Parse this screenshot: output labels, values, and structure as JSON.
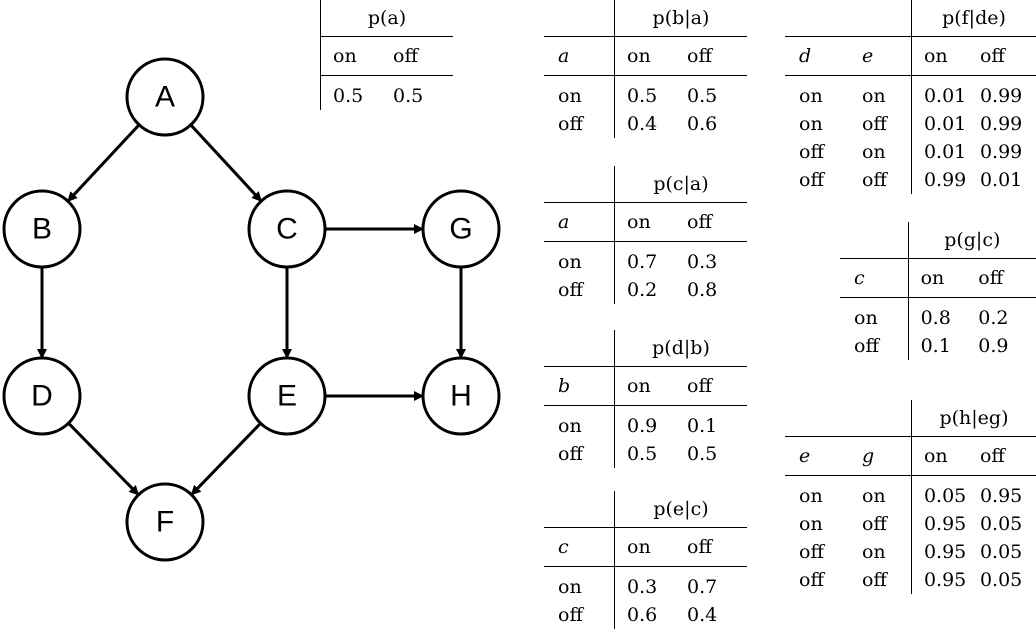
{
  "graph": {
    "nodes": [
      {
        "id": "A",
        "label": "A"
      },
      {
        "id": "B",
        "label": "B"
      },
      {
        "id": "C",
        "label": "C"
      },
      {
        "id": "G",
        "label": "G"
      },
      {
        "id": "D",
        "label": "D"
      },
      {
        "id": "E",
        "label": "E"
      },
      {
        "id": "H",
        "label": "H"
      },
      {
        "id": "F",
        "label": "F"
      }
    ],
    "edges": [
      {
        "from": "A",
        "to": "B"
      },
      {
        "from": "A",
        "to": "C"
      },
      {
        "from": "B",
        "to": "D"
      },
      {
        "from": "C",
        "to": "E"
      },
      {
        "from": "C",
        "to": "G"
      },
      {
        "from": "G",
        "to": "H"
      },
      {
        "from": "E",
        "to": "H"
      },
      {
        "from": "D",
        "to": "F"
      },
      {
        "from": "E",
        "to": "F"
      }
    ]
  },
  "tables": {
    "pa": {
      "title": "p(a)",
      "parents": [],
      "states": [
        "on",
        "off"
      ],
      "rows": [
        {
          "cond": [],
          "vals": [
            "0.5",
            "0.5"
          ]
        }
      ]
    },
    "pba": {
      "title": "p(b|a)",
      "parents": [
        "a"
      ],
      "states": [
        "on",
        "off"
      ],
      "rows": [
        {
          "cond": [
            "on"
          ],
          "vals": [
            "0.5",
            "0.5"
          ]
        },
        {
          "cond": [
            "off"
          ],
          "vals": [
            "0.4",
            "0.6"
          ]
        }
      ]
    },
    "pca": {
      "title": "p(c|a)",
      "parents": [
        "a"
      ],
      "states": [
        "on",
        "off"
      ],
      "rows": [
        {
          "cond": [
            "on"
          ],
          "vals": [
            "0.7",
            "0.3"
          ]
        },
        {
          "cond": [
            "off"
          ],
          "vals": [
            "0.2",
            "0.8"
          ]
        }
      ]
    },
    "pdb": {
      "title": "p(d|b)",
      "parents": [
        "b"
      ],
      "states": [
        "on",
        "off"
      ],
      "rows": [
        {
          "cond": [
            "on"
          ],
          "vals": [
            "0.9",
            "0.1"
          ]
        },
        {
          "cond": [
            "off"
          ],
          "vals": [
            "0.5",
            "0.5"
          ]
        }
      ]
    },
    "pec": {
      "title": "p(e|c)",
      "parents": [
        "c"
      ],
      "states": [
        "on",
        "off"
      ],
      "rows": [
        {
          "cond": [
            "on"
          ],
          "vals": [
            "0.3",
            "0.7"
          ]
        },
        {
          "cond": [
            "off"
          ],
          "vals": [
            "0.6",
            "0.4"
          ]
        }
      ]
    },
    "pfde": {
      "title": "p(f|de)",
      "parents": [
        "d",
        "e"
      ],
      "states": [
        "on",
        "off"
      ],
      "rows": [
        {
          "cond": [
            "on",
            "on"
          ],
          "vals": [
            "0.01",
            "0.99"
          ]
        },
        {
          "cond": [
            "on",
            "off"
          ],
          "vals": [
            "0.01",
            "0.99"
          ]
        },
        {
          "cond": [
            "off",
            "on"
          ],
          "vals": [
            "0.01",
            "0.99"
          ]
        },
        {
          "cond": [
            "off",
            "off"
          ],
          "vals": [
            "0.99",
            "0.01"
          ]
        }
      ]
    },
    "pgc": {
      "title": "p(g|c)",
      "parents": [
        "c"
      ],
      "states": [
        "on",
        "off"
      ],
      "rows": [
        {
          "cond": [
            "on"
          ],
          "vals": [
            "0.8",
            "0.2"
          ]
        },
        {
          "cond": [
            "off"
          ],
          "vals": [
            "0.1",
            "0.9"
          ]
        }
      ]
    },
    "pheg": {
      "title": "p(h|eg)",
      "parents": [
        "e",
        "g"
      ],
      "states": [
        "on",
        "off"
      ],
      "rows": [
        {
          "cond": [
            "on",
            "on"
          ],
          "vals": [
            "0.05",
            "0.95"
          ]
        },
        {
          "cond": [
            "on",
            "off"
          ],
          "vals": [
            "0.95",
            "0.05"
          ]
        },
        {
          "cond": [
            "off",
            "on"
          ],
          "vals": [
            "0.95",
            "0.05"
          ]
        },
        {
          "cond": [
            "off",
            "off"
          ],
          "vals": [
            "0.95",
            "0.05"
          ]
        }
      ]
    }
  }
}
